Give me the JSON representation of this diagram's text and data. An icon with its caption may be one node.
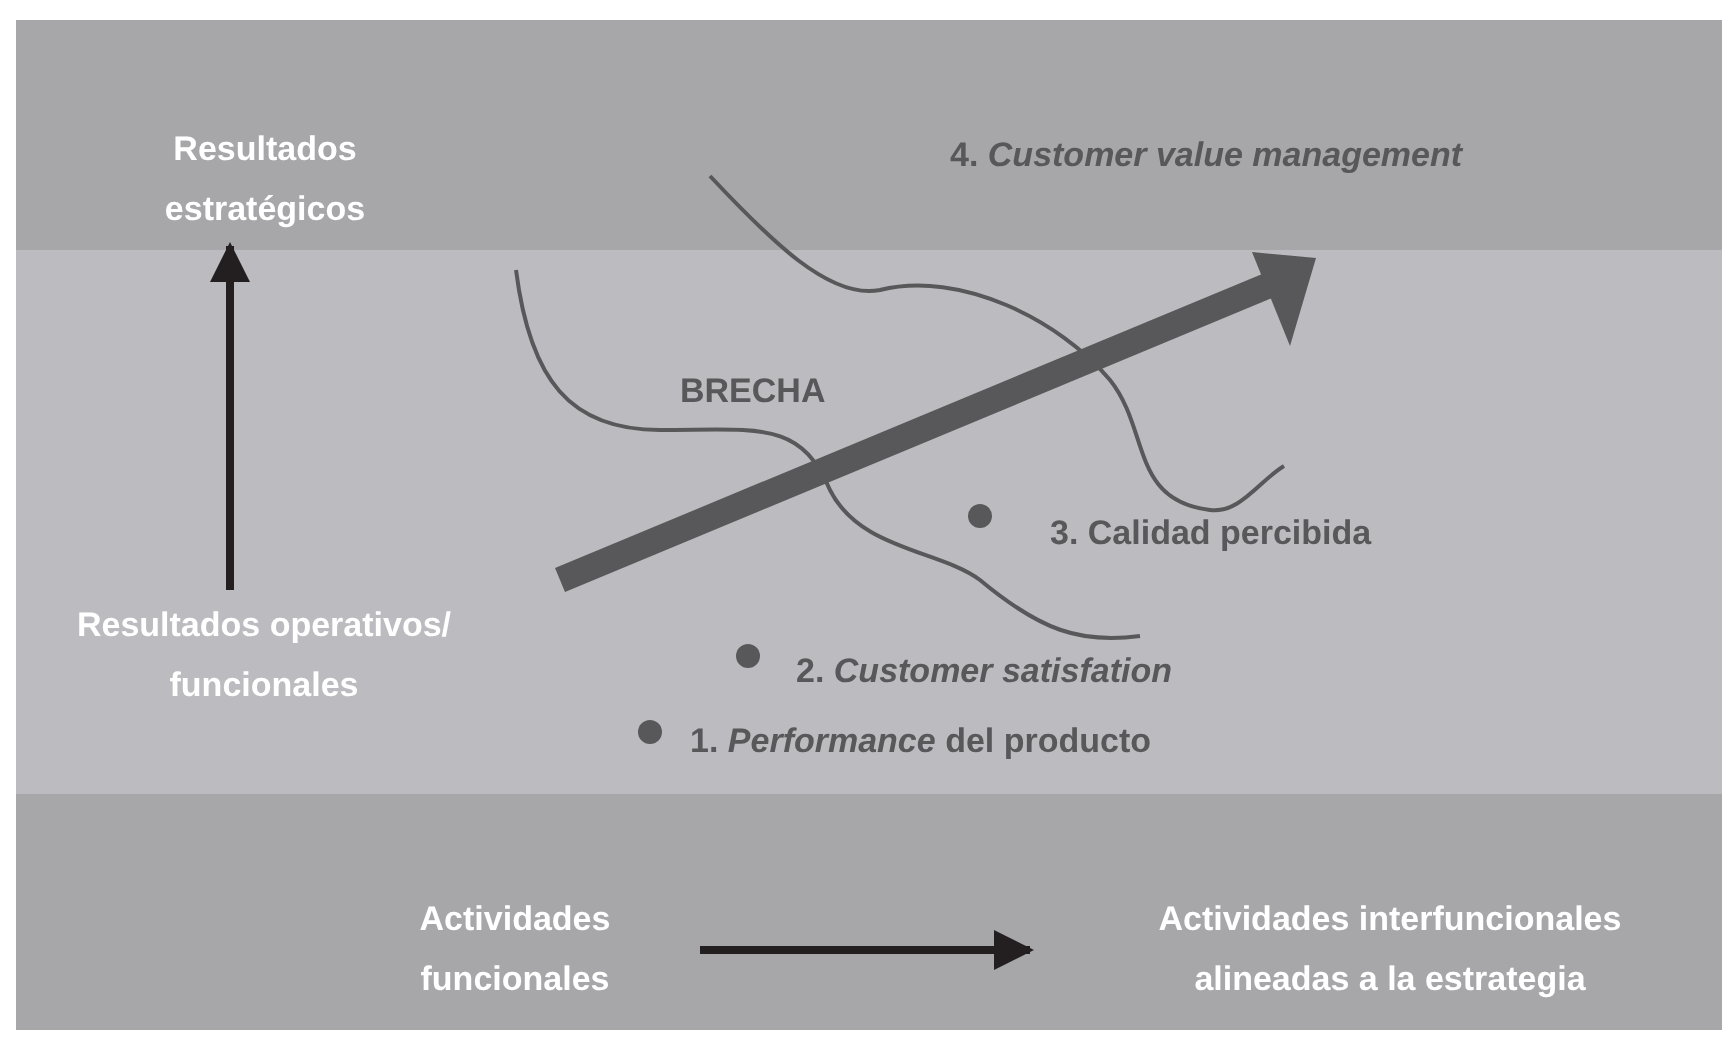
{
  "diagram": {
    "nodes": [
      {
        "text": [
          "Resultados estratégicos"
        ]
      },
      {
        "text": [
          "Resultados operativos/ funcionales"
        ]
      },
      {
        "text": [
          "Actividades funcionales"
        ]
      },
      {
        "text": [
          "Actividades interfuncionales alineadas a la estrategia"
        ]
      }
    ],
    "edges": [
      {
        "from": 1,
        "to": 0,
        "arrow": "to"
      },
      {
        "from": 2,
        "to": 3,
        "arrow": "to"
      }
    ],
    "labels": [
      "4. *Customer value management*",
      "BRECHA",
      "3. Calidad percibida",
      "2. *Customer satisfation*",
      "1. *Performance* del producto"
    ]
  }
}
